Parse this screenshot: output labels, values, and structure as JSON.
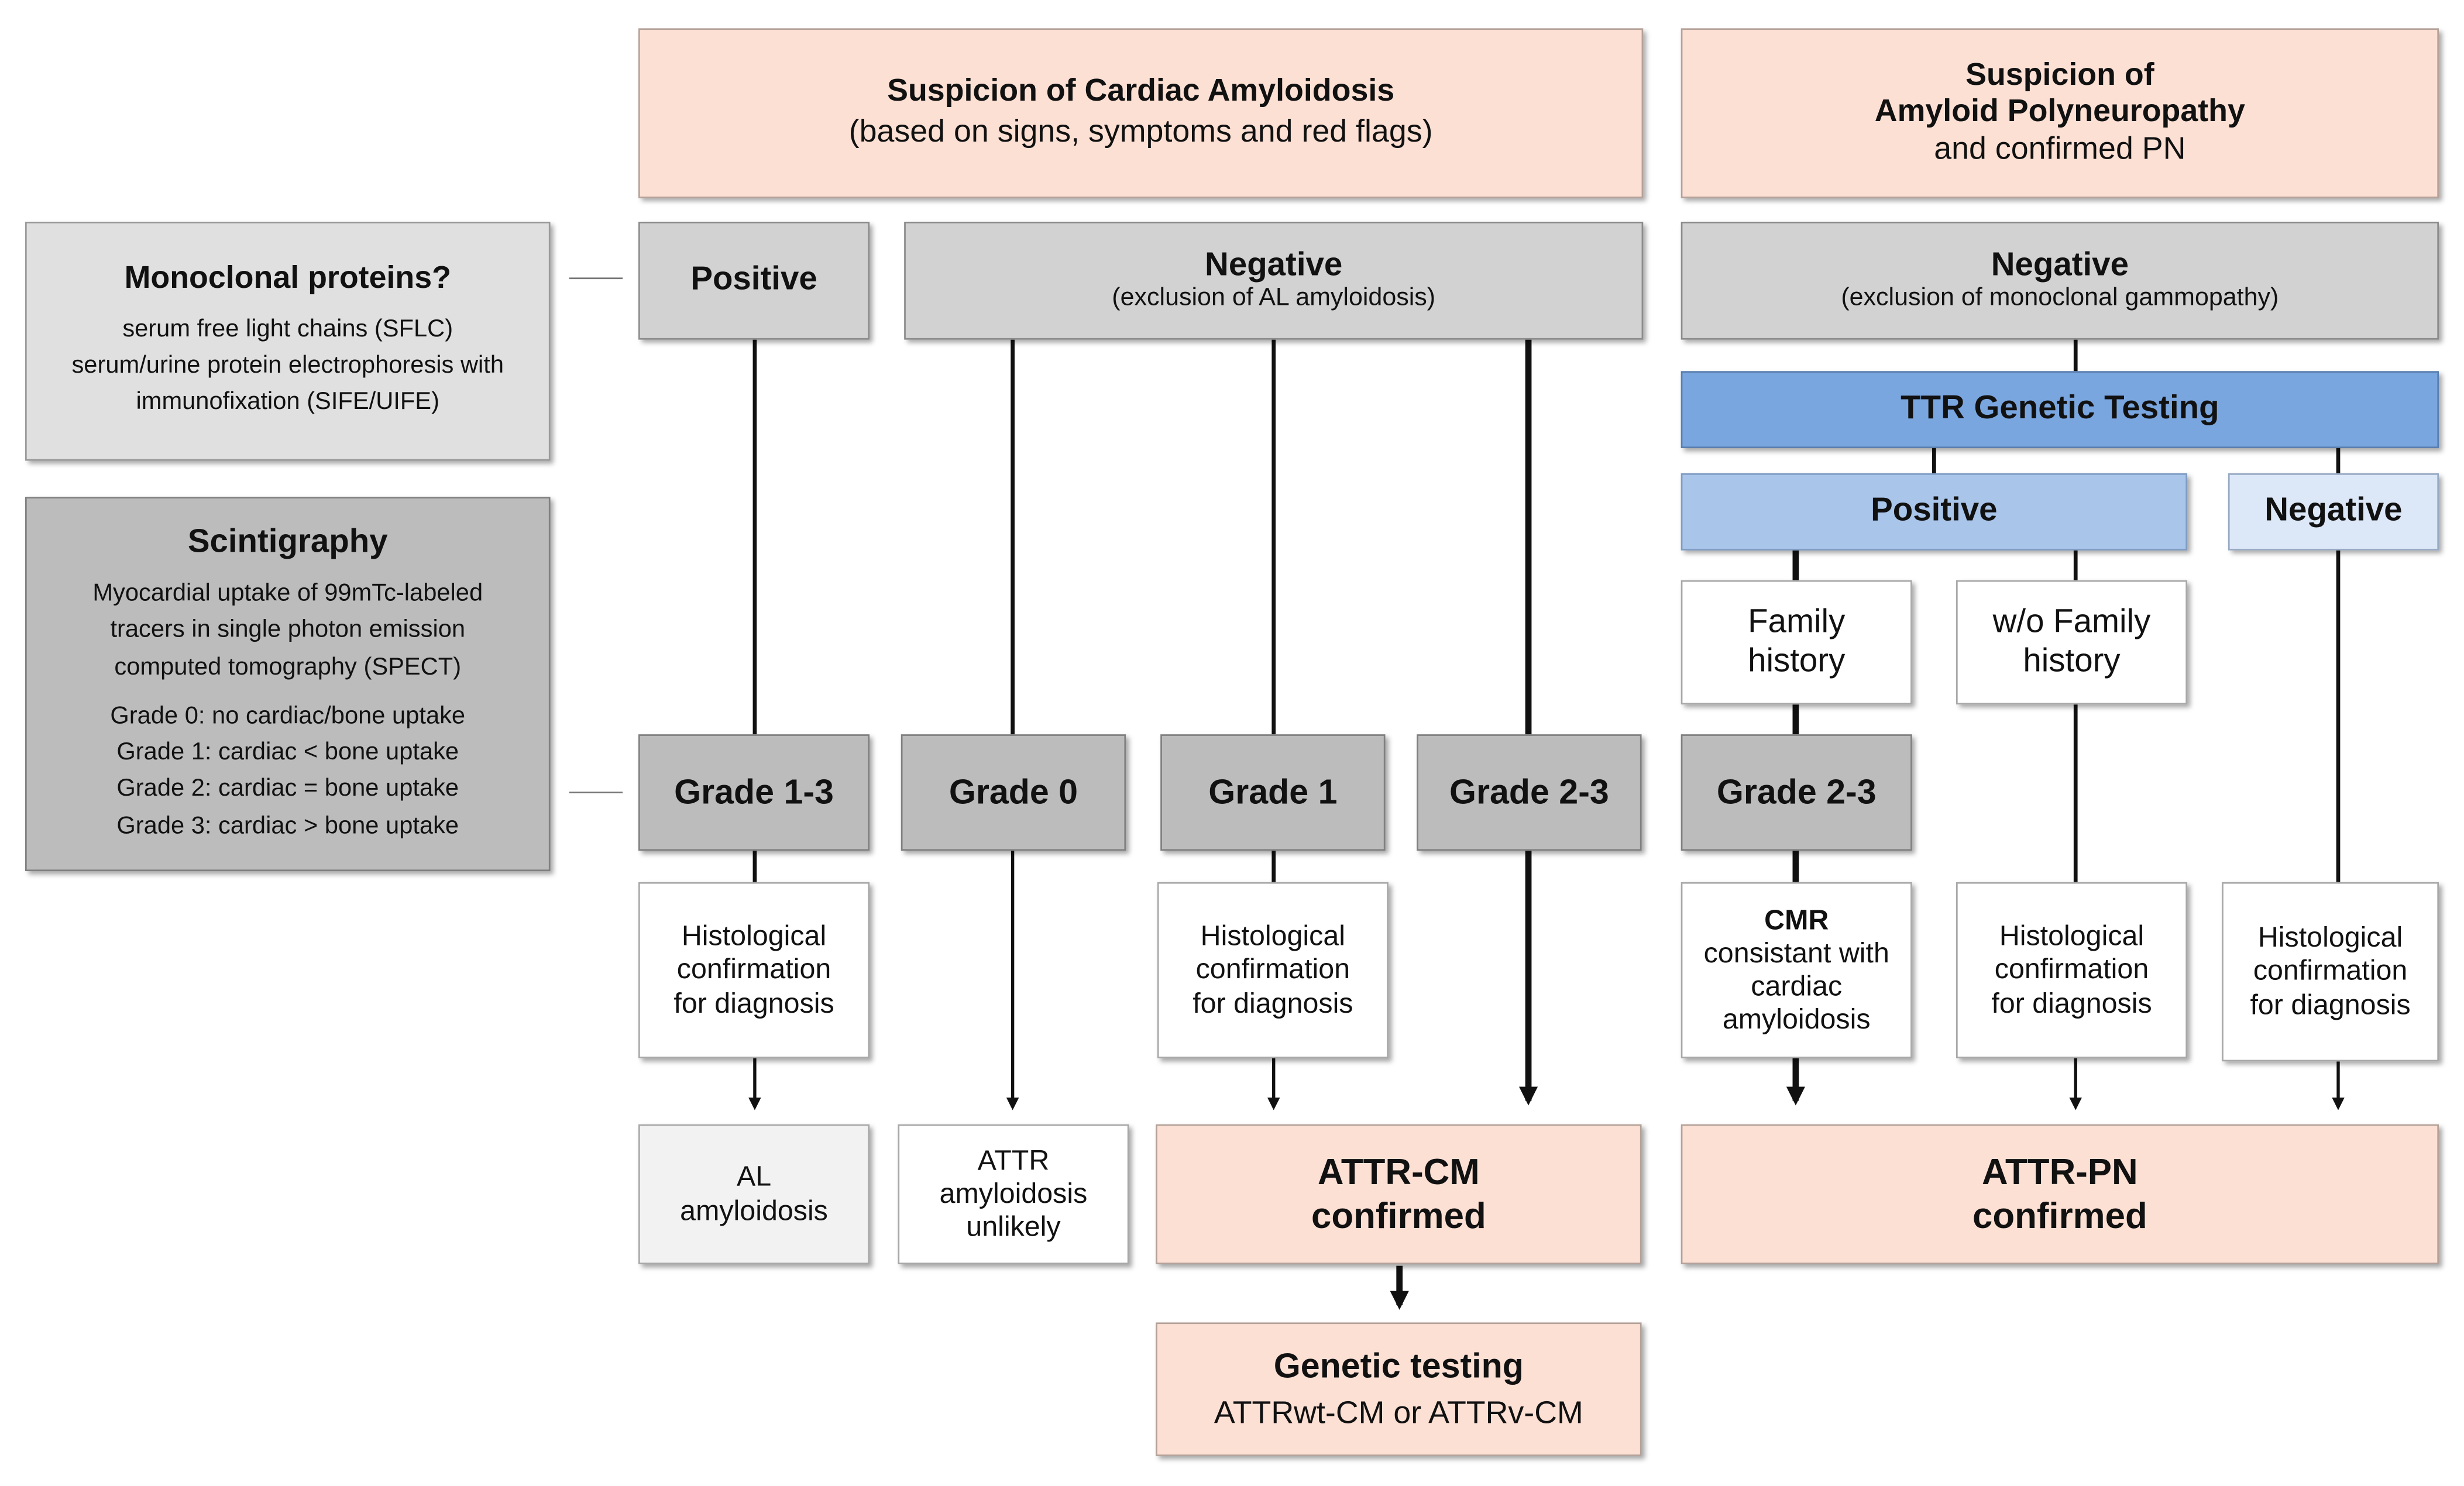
{
  "top": {
    "cardiac": {
      "title": "Suspicion of Cardiac Amyloidosis",
      "subtitle": "(based on signs, symptoms and red flags)"
    },
    "polyneuropathy": {
      "line1": "Suspicion of",
      "line2": "Amyloid Polyneuropathy",
      "line3": "and confirmed PN"
    }
  },
  "side": {
    "monoclonal": {
      "title": "Monoclonal proteins?",
      "lines": [
        "serum free light chains (SFLC)",
        "serum/urine protein electrophoresis with",
        "immunofixation (SIFE/UIFE)"
      ]
    },
    "scintigraphy": {
      "title": "Scintigraphy",
      "lines": [
        "Myocardial uptake of 99mTc-labeled",
        "tracers in single photon emission",
        "computed tomography (SPECT)"
      ],
      "grades": [
        "Grade 0: no cardiac/bone uptake",
        "Grade 1: cardiac < bone uptake",
        "Grade 2: cardiac = bone uptake",
        "Grade 3: cardiac > bone uptake"
      ]
    }
  },
  "row2": {
    "positive": "Positive",
    "negative_cm": {
      "title": "Negative",
      "subtitle": "(exclusion of AL amyloidosis)"
    },
    "negative_pn": {
      "title": "Negative",
      "subtitle": "(exclusion of monoclonal gammopathy)"
    }
  },
  "ttr": {
    "title": "TTR Genetic Testing",
    "positive": "Positive",
    "negative": "Negative",
    "family": [
      "Family",
      "history"
    ],
    "no_family": [
      "w/o Family",
      "history"
    ]
  },
  "grades": {
    "g13": "Grade 1-3",
    "g0": "Grade 0",
    "g1": "Grade 1",
    "g23": "Grade 2-3",
    "g23_pn": "Grade 2-3"
  },
  "histo": [
    "Histological",
    "confirmation",
    "for diagnosis"
  ],
  "cmr": {
    "title": "CMR",
    "lines": [
      "consistant with",
      "cardiac",
      "amyloidosis"
    ]
  },
  "outcomes": {
    "al": [
      "AL",
      "amyloidosis"
    ],
    "attr_unlikely": [
      "ATTR",
      "amyloidosis",
      "unlikely"
    ],
    "attr_cm": [
      "ATTR-CM",
      "confirmed"
    ],
    "attr_pn": [
      "ATTR-PN",
      "confirmed"
    ]
  },
  "genetic": {
    "title": "Genetic testing",
    "subtitle": "ATTRwt-CM or ATTRv-CM"
  }
}
